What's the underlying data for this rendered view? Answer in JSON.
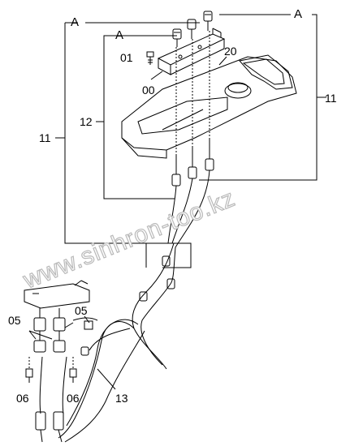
{
  "labels": {
    "a_left": "A",
    "a_inner": "A",
    "a_right": "A",
    "part_01": "01",
    "part_00": "00",
    "part_20": "20",
    "part_12": "12",
    "part_11_left": "11",
    "part_11_right": "11",
    "part_05_left": "05",
    "part_05_right": "05",
    "part_06_left": "06",
    "part_06_right": "06",
    "part_13": "13"
  },
  "watermark": {
    "text": "www.sinhron-too.kz",
    "color": "#b9b9b9"
  },
  "colors": {
    "line": "#000000",
    "background": "#ffffff"
  }
}
